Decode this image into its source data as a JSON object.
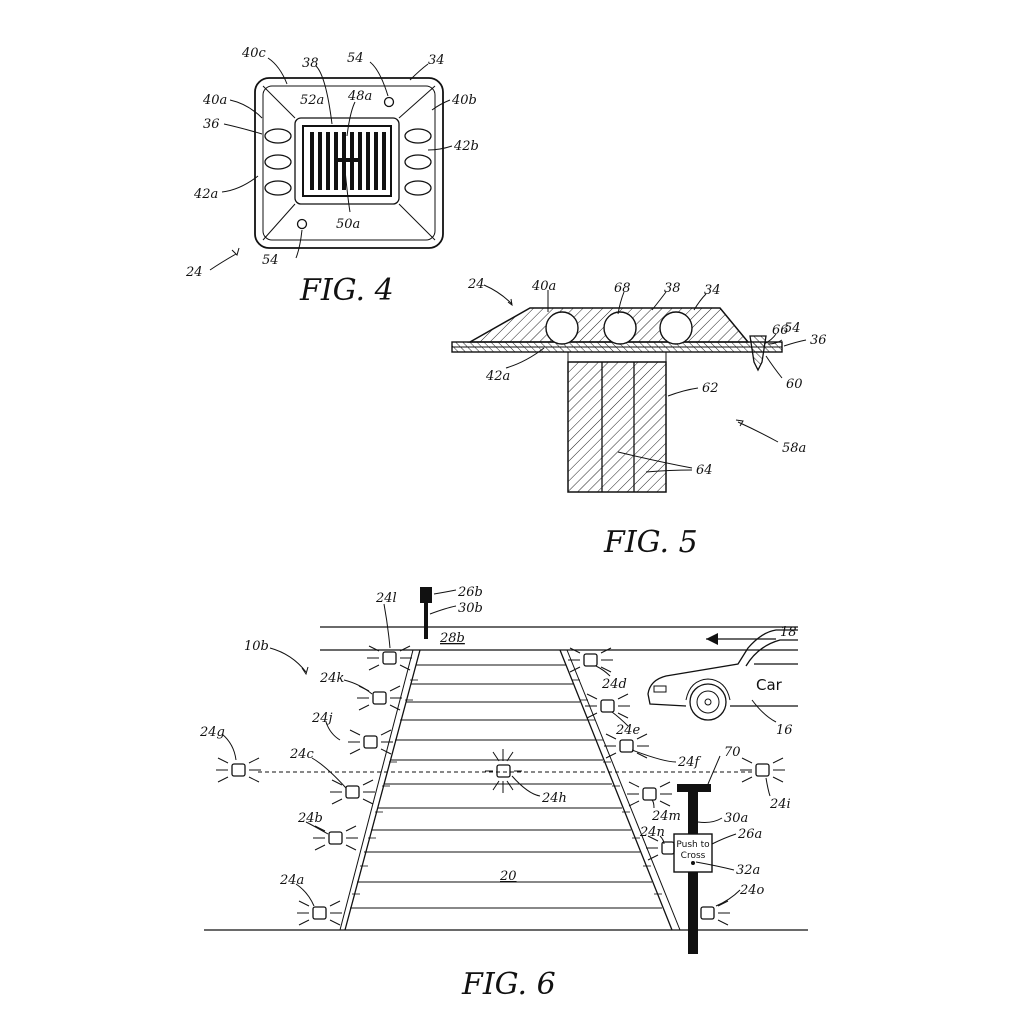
{
  "figures": {
    "fig4": {
      "caption": "FIG. 4"
    },
    "fig5": {
      "caption": "FIG. 5"
    },
    "fig6": {
      "caption": "FIG. 6"
    }
  },
  "labels": {
    "l_40c": "40c",
    "l_38_f4": "38",
    "l_54_top": "54",
    "l_34_f4": "34",
    "l_40a_f4": "40a",
    "l_52a": "52a",
    "l_48a": "48a",
    "l_40b": "40b",
    "l_36_f4": "36",
    "l_42b": "42b",
    "l_42a_f4": "42a",
    "l_50a": "50a",
    "l_24_f4": "24",
    "l_54_bot": "54",
    "l_24_f5": "24",
    "l_40a_f5": "40a",
    "l_68": "68",
    "l_38_f5": "38",
    "l_34_f5": "34",
    "l_66": "66",
    "l_54_f5": "54",
    "l_36_f5": "36",
    "l_42a_f5": "42a",
    "l_60": "60",
    "l_62": "62",
    "l_58a": "58a",
    "l_64": "64",
    "l_26b": "26b",
    "l_30b": "30b",
    "l_24l": "24l",
    "l_18": "18",
    "l_10b": "10b",
    "l_28b": "28b",
    "l_24k": "24k",
    "l_24d": "24d",
    "l_24j": "24j",
    "l_24e": "24e",
    "l_16": "16",
    "l_24g": "24g",
    "l_24c": "24c",
    "l_24f": "24f",
    "l_70": "70",
    "l_24h": "24h",
    "l_24i": "24i",
    "l_24m": "24m",
    "l_30a": "30a",
    "l_24b": "24b",
    "l_24n": "24n",
    "l_26a": "26a",
    "l_32a": "32a",
    "l_20": "20",
    "l_24a": "24a",
    "l_24o": "24o"
  },
  "sign": {
    "line1": "Push to",
    "line2": "Cross"
  },
  "car": {
    "text": "Car"
  }
}
